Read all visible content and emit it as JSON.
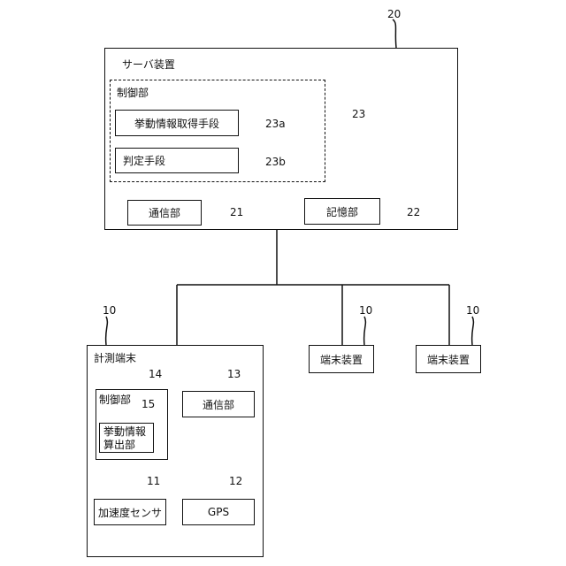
{
  "server": {
    "ref": "20",
    "title": "サーバ装置",
    "control": {
      "ref": "23",
      "title": "制御部",
      "acquire": {
        "label": "挙動情報取得手段",
        "ref": "23a"
      },
      "judge": {
        "label": "判定手段",
        "ref": "23b"
      }
    },
    "comm": {
      "label": "通信部",
      "ref": "21"
    },
    "storage": {
      "label": "記憶部",
      "ref": "22"
    }
  },
  "measure": {
    "ref": "10",
    "title": "計測端末",
    "control": {
      "ref": "14",
      "title": "制御部"
    },
    "calc": {
      "ref": "15",
      "label": "挙動情報\n算出部"
    },
    "comm": {
      "ref": "13",
      "label": "通信部"
    },
    "accel": {
      "ref": "11",
      "label": "加速度センサ"
    },
    "gps": {
      "ref": "12",
      "label": "GPS"
    }
  },
  "terminal_a": {
    "ref": "10",
    "label": "端末装置"
  },
  "terminal_b": {
    "ref": "10",
    "label": "端末装置"
  }
}
